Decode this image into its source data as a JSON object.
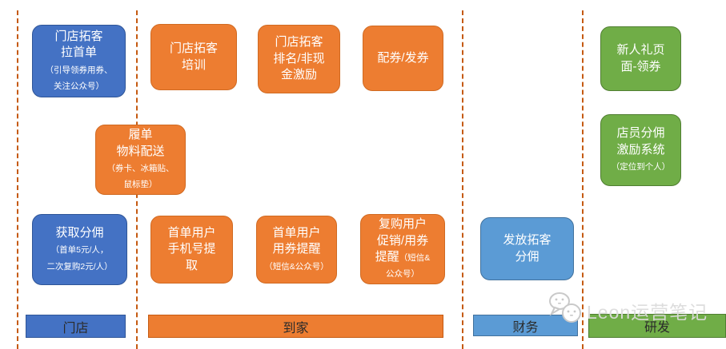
{
  "diagram": {
    "boxes": [
      {
        "name": "store-acquire-first-order",
        "title": "门店拓客\n拉首单",
        "sub": "\n（引导领券用券、\n关注公众号）",
        "fill": "#4472C4"
      },
      {
        "name": "store-acquisition-training",
        "title": "门店拓客\n培训",
        "sub": "",
        "fill": "#ED7D31"
      },
      {
        "name": "store-ranking-noncash-incentive",
        "title": "门店拓客\n排名/非现\n金激励",
        "sub": "",
        "fill": "#ED7D31"
      },
      {
        "name": "coupon-config-issue",
        "title": "配券/发券",
        "sub": "",
        "fill": "#ED7D31"
      },
      {
        "name": "newcomer-gift-page-coupon",
        "title": "新人礼页\n面-领券",
        "sub": "",
        "fill": "#70AD47"
      },
      {
        "name": "fulfillment-material-delivery",
        "title": "履单\n物料配送",
        "sub": "\n（券卡、冰箱贴、\n鼠标垫）",
        "fill": "#ED7D31"
      },
      {
        "name": "clerk-commission-incentive-system",
        "title": "店员分佣\n激励系统",
        "sub": "\n（定位到个人）",
        "fill": "#70AD47"
      },
      {
        "name": "get-commission",
        "title": "获取分佣",
        "sub": "\n（首单5元/人，\n二次复购2元/人）",
        "fill": "#4472C4"
      },
      {
        "name": "first-order-user-phone-extract",
        "title": "首单用户\n手机号提\n取",
        "sub": "",
        "fill": "#ED7D31"
      },
      {
        "name": "first-order-user-coupon-reminder",
        "title": "首单用户\n用券提醒",
        "sub": "\n（短信&公众号）",
        "fill": "#ED7D31"
      },
      {
        "name": "repurchase-user-promo-coupon-reminder",
        "title": "复购用户\n促销/用券\n提醒",
        "sub": "（短信&\n公众号）",
        "fill": "#ED7D31"
      },
      {
        "name": "pay-acquisition-commission",
        "title": "发放拓客\n分佣",
        "sub": "",
        "fill": "#5B9BD5"
      }
    ],
    "lanes": [
      {
        "name": "lane-store",
        "label": "门店",
        "fill": "#4472C4"
      },
      {
        "name": "lane-daojia",
        "label": "到家",
        "fill": "#ED7D31"
      },
      {
        "name": "lane-finance",
        "label": "财务",
        "fill": "#5B9BD5"
      },
      {
        "name": "lane-rnd",
        "label": "研发",
        "fill": "#70AD47"
      }
    ],
    "divider_color": "#C55A11",
    "watermark": {
      "text": "Leon运营笔记",
      "icon": "chat-doves-icon"
    }
  }
}
